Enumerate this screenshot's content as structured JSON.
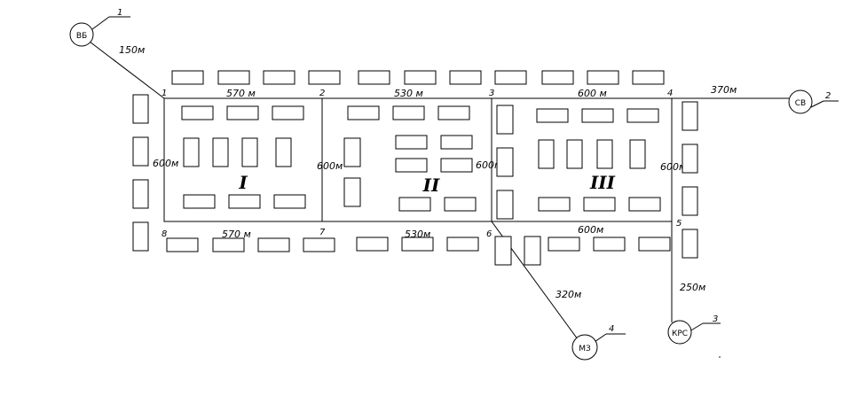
{
  "nodes": [
    "1",
    "2",
    "3",
    "4",
    "5",
    "6",
    "7",
    "8"
  ],
  "districts": [
    "I",
    "II",
    "III"
  ],
  "segment_lengths": {
    "n1_n2": "570 м",
    "n2_n3": "530 м",
    "n3_n4": "600  м",
    "n8_n7": "570 м",
    "n7_n6": "530м",
    "n6_n5": "600м",
    "n1_n8": "600м",
    "n2_n7": "600м",
    "n3_n6": "600м",
    "n4_n5": "600м"
  },
  "feeders": [
    {
      "station": "ВБ",
      "number": "1",
      "length": "150м"
    },
    {
      "station": "СВ",
      "number": "2",
      "length": "370м"
    },
    {
      "station": "КРС",
      "number": "3",
      "length": "250м"
    },
    {
      "station": "МЗ",
      "number": "4",
      "length": "320м"
    }
  ]
}
